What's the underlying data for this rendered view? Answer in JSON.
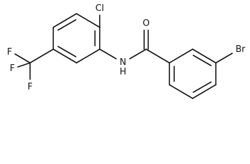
{
  "molecule": {
    "labels": {
      "chlorine": "Cl",
      "oxygen": "O",
      "nitrogen": "N",
      "hydrogen": "H",
      "bromine": "Br",
      "fluorine_top": "F",
      "fluorine_left": "F",
      "fluorine_bottom": "F"
    }
  }
}
